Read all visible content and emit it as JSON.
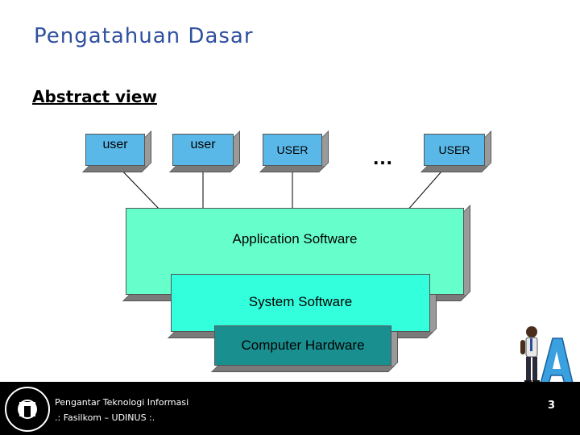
{
  "slide": {
    "title": "Pengatahuan Dasar",
    "subtitle": "Abstract view"
  },
  "users": [
    {
      "label": "user"
    },
    {
      "label": "user"
    },
    {
      "label": "USER"
    },
    {
      "label": "USER"
    }
  ],
  "ellipsis": "…",
  "layers": {
    "application": "Application Software",
    "system": "System Software",
    "hardware": "Computer Hardware"
  },
  "footer": {
    "line1": "Pengantar Teknologi Informasi",
    "line2": ".: Fasilkom – UDINUS :.",
    "page_number": "3"
  },
  "icons": {
    "logo": "university-seal-icon",
    "mascot": "letter-a-mascot-icon"
  },
  "colors": {
    "title": "#2f4f9f",
    "user_box": "#5ab8e8",
    "application": "#66ffcc",
    "system": "#33ffdd",
    "hardware": "#1a8f8f",
    "footer_bg": "#000000"
  }
}
